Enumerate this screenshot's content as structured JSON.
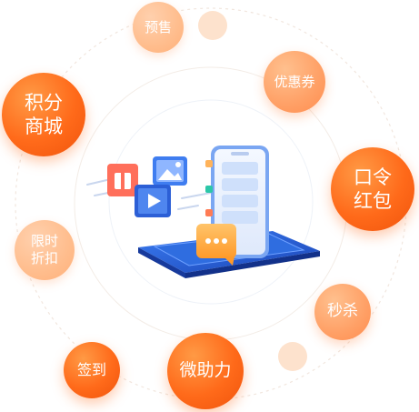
{
  "bubbles": {
    "presale": "预售",
    "coupon": "优惠券",
    "points_mall": "积分\n商城",
    "red_packet": "口令\n红包",
    "limited_discount": "限时\n折扣",
    "flash_sale": "秒杀",
    "check_in": "签到",
    "helper": "微助力"
  },
  "colors": {
    "accent": "#ff6a1a",
    "accent_light": "#ffbd8d",
    "illustration_blue": "#2b64d8"
  },
  "icons": [
    "phone-illustration",
    "chat-bubble-icon",
    "video-play-icon",
    "image-icon",
    "gift-icon"
  ]
}
